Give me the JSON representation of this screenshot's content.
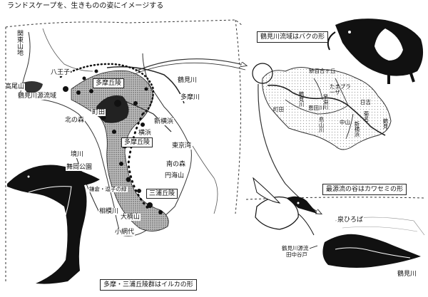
{
  "title": "ランドスケープを、生きものの姿にイメージする",
  "captions": {
    "tsurumi_baku": "鶴見川流域はバクの形",
    "kawasemi": "最源流の谷はカワセミの形",
    "iruka": "多摩・三浦丘陵群はイルカの形"
  },
  "left_map": {
    "kanto_sanchi": "関東山地",
    "hachioji": "八王子",
    "takao": "高尾山",
    "tama_kyuryo_top": "多摩丘陵",
    "tsurumi_gen": "鶴見川源流域",
    "machida": "町田",
    "kita_mori": "北の森",
    "tsurumigawa": "鶴見川",
    "tamagawa": "多摩川",
    "shinyokohama": "新横浜",
    "yokohama": "横浜",
    "tama_kyuryo_mid": "多摩丘陵",
    "tokyowan": "東京湾",
    "sakaigawa": "境川",
    "maioka": "舞岡公園",
    "minami_mori": "南の森",
    "enkaku": "円海山",
    "kamakura": "鎌倉・逗子の緑",
    "miura_kyuryo": "三浦丘陵",
    "sagamigawa": "相模川",
    "okusu": "大楠山",
    "koajiro": "小網代"
  },
  "right_map": {
    "shinyurigaoka": "新百合ヶ丘",
    "tama_plaza": "たまプラーザ",
    "machida": "町田",
    "tsurumi": "鶴見川",
    "onda": "恩田川",
    "hayabuchi": "早淵川",
    "toriyama": "鳥山川",
    "hiyoshi": "日吉",
    "kikuna": "菊名",
    "shinyokohama": "新横浜",
    "nakayama": "中山",
    "tsurumi_mouth": "鶴見"
  },
  "valley": {
    "izumi_hiroba": "泉ひろば",
    "source_line1": "鶴見川源流",
    "source_line2": "田中谷戸",
    "tsurumigawa": "鶴見川"
  }
}
